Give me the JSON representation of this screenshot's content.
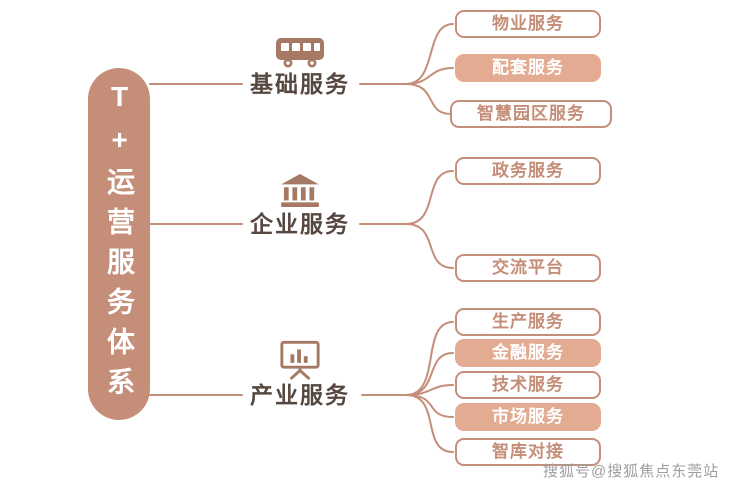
{
  "root": {
    "label": "T+运营服务体系"
  },
  "branches": [
    {
      "label": "基础服务",
      "icon": "bus-icon",
      "children": [
        {
          "label": "物业服务",
          "variant": "outline"
        },
        {
          "label": "配套服务",
          "variant": "filled"
        },
        {
          "label": "智慧园区服务",
          "variant": "outline"
        }
      ]
    },
    {
      "label": "企业服务",
      "icon": "bank-icon",
      "children": [
        {
          "label": "政务服务",
          "variant": "outline"
        },
        {
          "label": "交流平台",
          "variant": "outline"
        }
      ]
    },
    {
      "label": "产业服务",
      "icon": "presentation-board-icon",
      "children": [
        {
          "label": "生产服务",
          "variant": "outline"
        },
        {
          "label": "金融服务",
          "variant": "filled"
        },
        {
          "label": "技术服务",
          "variant": "outline"
        },
        {
          "label": "市场服务",
          "variant": "filled"
        },
        {
          "label": "智库对接",
          "variant": "outline"
        }
      ]
    }
  ],
  "watermark": "搜狐号@搜狐焦点东莞站",
  "colors": {
    "primary": "#c48e79",
    "filled_pill": "#e3ac92",
    "branch_label": "#564840",
    "watermark": "#9e9e9e",
    "background": "#ffffff"
  }
}
